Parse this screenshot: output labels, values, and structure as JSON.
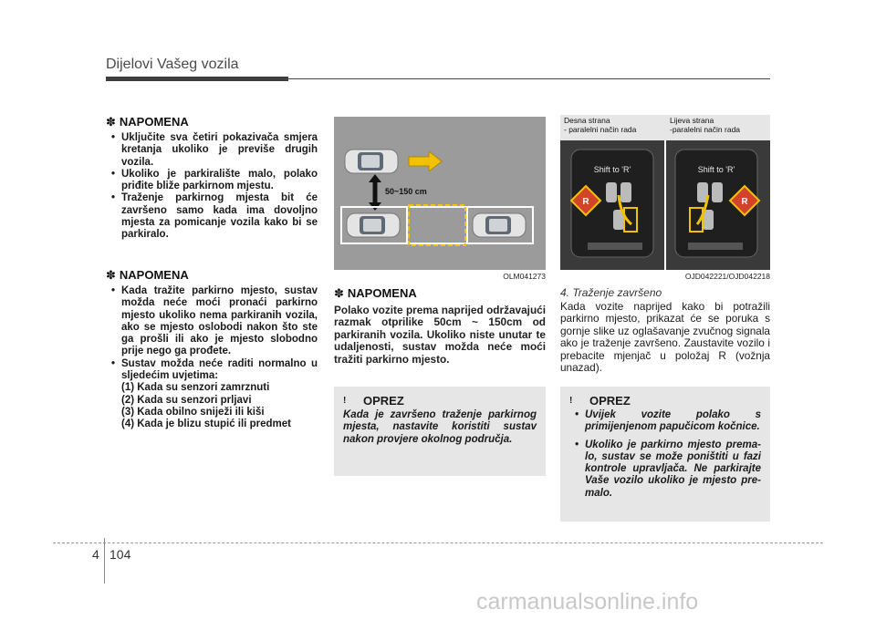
{
  "header": {
    "title": "Dijelovi Vašeg vozila"
  },
  "note1": {
    "star": "✽",
    "title": "NAPOMENA",
    "items": [
      "Uključite sva četiri pokazivača smjera kretanja ukoliko je previše drugih vozila.",
      "Ukoliko je parkiralište malo, polako priđite bliže parkirnom mjestu.",
      "Traženje parkirnog mjesta bit će završeno samo kada ima dovoljno mjesta za pomicanje vozila kako bi se parkiralo."
    ]
  },
  "note2": {
    "star": "✽",
    "title": "NAPOMENA",
    "items": [
      "Kada tražite parkirno mjesto, sustav možda neće moći pronaći parkirno mjesto ukoliko nema parkiranih vozila, ako se mjesto oslobodi nakon što ste ga prošli ili ako je mjesto slobodno prije nego ga prođete.",
      "Sustav možda neće raditi normalno u sljedećim uvjetima:"
    ],
    "conditions": [
      "(1) Kada su senzori zamrznuti",
      "(2) Kada su senzori prljavi",
      "(3) Kada obilno sniježi ili kiši",
      "(4) Kada je blizu stupić ili predmet"
    ]
  },
  "figure1": {
    "distance_label": "50~150 cm",
    "code": "OLM041273"
  },
  "note3": {
    "star": "✽",
    "title": "NAPOMENA",
    "text": "Polako vozite prema naprijed održavajući razmak otprilike 50cm ~ 150cm od parkiranih vozila. Ukoliko niste unutar te udaljenosti, sustav možda neće moći tražiti parkirno mjesto."
  },
  "warning1": {
    "icon": "! ",
    "title": "OPREZ",
    "text": "Kada je završeno traženje parkirnog mjesta, nastavite koristiti sustav nakon provjere okolnog područja."
  },
  "figure2": {
    "left_label_line1": "Desna strana",
    "left_label_line2": "- paralelni način rada",
    "right_label_line1": "Lijeva strana",
    "right_label_line2": "-paralelni način rada",
    "screen_text": "Shift to 'R'",
    "code": "OJD042221/OJD042218"
  },
  "section4": {
    "heading": "4. Traženje završeno",
    "text": "Kada vozite naprijed kako bi potražili parkirno mjesto, prikazat će se poruka s gornje slike uz oglašavanje zvučnog signala ako je traženje završeno. Zaustavite vozilo i prebacite mjenjač u položaj R (vožnja unazad)."
  },
  "warning2": {
    "icon": "! ",
    "title": "OPREZ",
    "items": [
      "Uvijek vozite polako s primijenjenom papučicom kočnice.",
      "Ukoliko je parkirno mjesto prema-lo, sustav se može poništiti u fazi kontrole upravljača. Ne parkirajte Vaše vozilo ukoliko je mjesto pre-malo."
    ]
  },
  "footer": {
    "chapter": "4",
    "page": "104"
  },
  "watermark": "carmanualsonline.info",
  "colors": {
    "arrow": "#f2c200",
    "screen_bg": "#3a3a3a",
    "figure_bg": "#9a9a9a",
    "warning_bg": "#e6e6e6"
  }
}
